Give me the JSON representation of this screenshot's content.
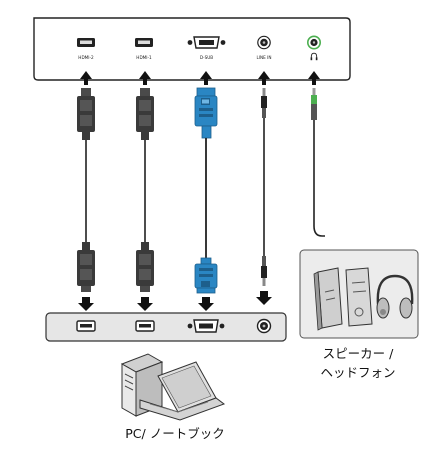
{
  "monitor_ports": {
    "hdmi2": "HDMI-2",
    "hdmi1": "HDMI-1",
    "dsub": "D-SUB",
    "line_in": "LINE IN",
    "headphone": "∩"
  },
  "devices": {
    "speaker_headphone_line1": "スピーカー /",
    "speaker_headphone_line2": "ヘッドフォン",
    "pc_notebook": "PC/ ノートブック"
  },
  "colors": {
    "vga_blue": "#2a86c3",
    "hdmi_dark": "#3a3a3a",
    "jack_green": "#4caf50",
    "panel_gray": "#e8e8e8",
    "arrow_black": "#111111"
  }
}
